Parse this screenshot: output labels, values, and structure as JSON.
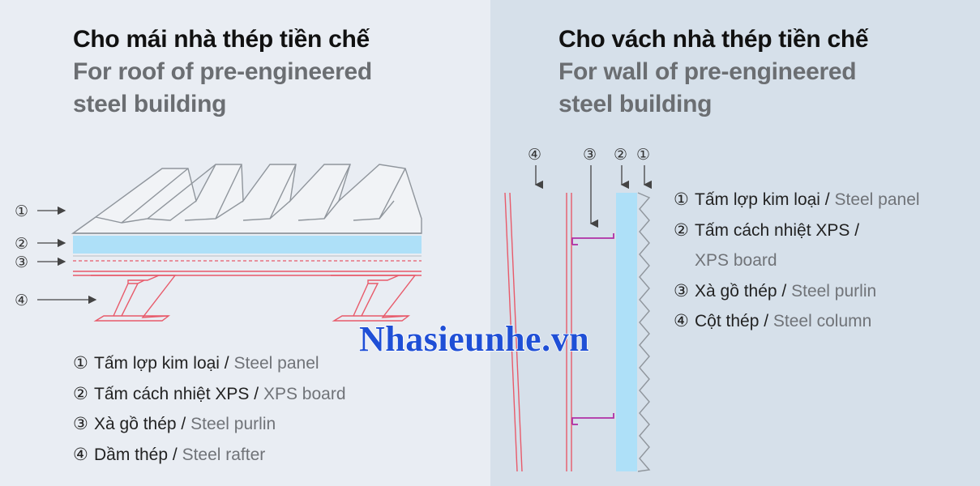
{
  "roof": {
    "title_vi": "Cho mái nhà thép tiền chế",
    "title_en_1": "For roof of pre-engineered",
    "title_en_2": "steel building",
    "markers": [
      "①",
      "②",
      "③",
      "④"
    ],
    "legend": [
      {
        "num": "①",
        "vi": "Tấm lợp kim loại",
        "sep": " / ",
        "en": "Steel panel"
      },
      {
        "num": "②",
        "vi": "Tấm cách nhiệt XPS",
        "sep": " / ",
        "en": "XPS board"
      },
      {
        "num": "③",
        "vi": "Xà gồ thép",
        "sep": " / ",
        "en": "Steel purlin"
      },
      {
        "num": "④",
        "vi": "Dầm thép",
        "sep": " / ",
        "en": "Steel rafter"
      }
    ]
  },
  "wall": {
    "title_vi": "Cho vách nhà thép tiền chế",
    "title_en_1": "For wall of pre-engineered",
    "title_en_2": "steel building",
    "markers": [
      "④",
      "③",
      "②",
      "①"
    ],
    "legend": [
      {
        "num": "①",
        "vi": "Tấm lợp kim loại",
        "sep": " / ",
        "en": "Steel panel"
      },
      {
        "num": "②",
        "vi": "Tấm cách nhiệt XPS",
        "sep": " /",
        "en": ""
      },
      {
        "plain": "XPS board"
      },
      {
        "num": "③",
        "vi": "Xà gồ thép",
        "sep": " / ",
        "en": "Steel purlin"
      },
      {
        "num": "④",
        "vi": "Cột thép",
        "sep": " / ",
        "en": "Steel column"
      }
    ]
  },
  "watermark": "Nhasieunhe.vn",
  "colors": {
    "xps": "#aee0f8",
    "steel_red": "#e85a6a",
    "purlin": "#b02fa6",
    "panel_line": "#8f959c"
  }
}
